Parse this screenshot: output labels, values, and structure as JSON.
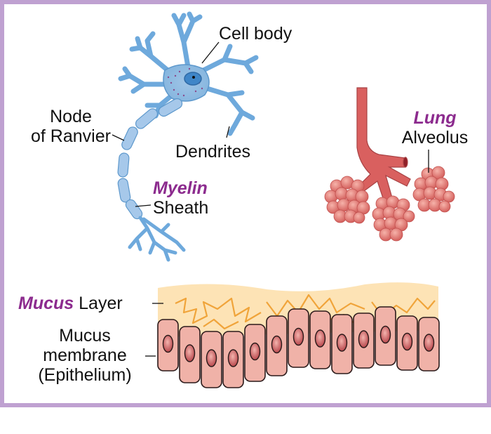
{
  "diagram": {
    "neuron": {
      "cell_body_label": "Cell body",
      "dendrites_label": "Dendrites",
      "node_label_line1": "Node",
      "node_label_line2": "of Ranvier",
      "myelin_highlight": "Myelin",
      "myelin_label": "Sheath"
    },
    "lung": {
      "highlight": "Lung",
      "label": "Alveolus"
    },
    "epithelium": {
      "mucus_highlight": "Mucus",
      "mucus_label": "Layer",
      "membrane_line1": "Mucus",
      "membrane_line2": "membrane",
      "membrane_line3": "(Epithelium)",
      "cell_count": 13
    },
    "colors": {
      "border": "#bfa1d1",
      "highlight_text": "#8c2b8e",
      "neuron": "#7fb3e0",
      "lung": "#d9605f",
      "mucus": "#fde3b5",
      "mucus_fibers": "#f0a43a",
      "cells": "#f0b2a8"
    }
  }
}
